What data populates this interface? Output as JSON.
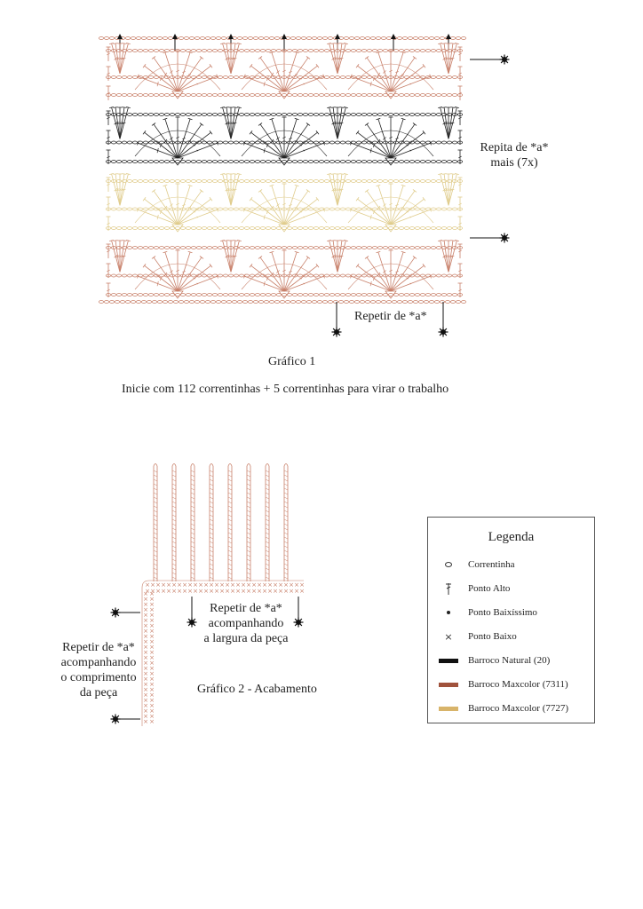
{
  "chart1": {
    "caption": "Gráfico 1",
    "instruction": "Inicie com 112 correntinhas + 5 correntinhas para virar o trabalho",
    "repeat_rows_label": "Repita de *a*\nmais (7x)",
    "repeat_stitches_label": "Repetir de *a*"
  },
  "chart2": {
    "caption": "Gráfico 2 - Acabamento",
    "repeat_width_label": "Repetir de *a*\nacompanhando\na largura da peça",
    "repeat_length_label": "Repetir de *a*\nacompanhando\no comprimento\nda peça"
  },
  "legend": {
    "title": "Legenda",
    "items": [
      {
        "label": "Correntinha",
        "symbol": "chain"
      },
      {
        "label": "Ponto Alto",
        "symbol": "tall-stitch"
      },
      {
        "label": "Ponto Baixíssimo",
        "symbol": "dot"
      },
      {
        "label": "Ponto Baixo",
        "symbol": "x"
      },
      {
        "label": "Barroco Natural (20)",
        "symbol": "swatch",
        "color": "#111111"
      },
      {
        "label": "Barroco Maxcolor (7311)",
        "symbol": "swatch",
        "color": "#a0523c"
      },
      {
        "label": "Barroco Maxcolor (7727)",
        "symbol": "swatch",
        "color": "#d8b46a"
      }
    ]
  },
  "colors": {
    "natural": "#222222",
    "maxcolor_7311": "#c8806a",
    "maxcolor_7727": "#e0cc8c"
  }
}
